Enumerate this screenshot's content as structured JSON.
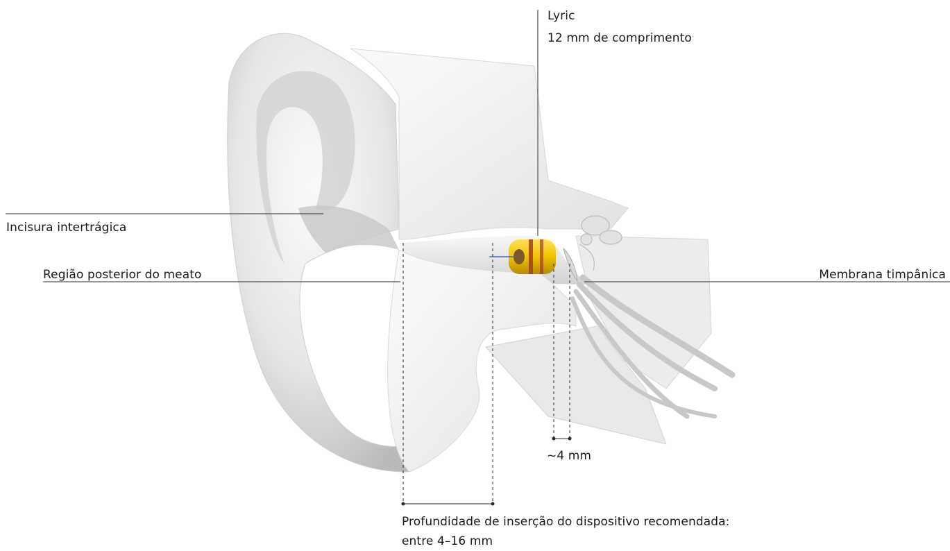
{
  "labels": {
    "lyric_name": "Lyric",
    "lyric_length": "12 mm de comprimento",
    "intertragic_notch": "Incisura intertrágica",
    "posterior_meatus": "Região posterior do meato",
    "tympanic_membrane": "Membrana timpânica",
    "gap_to_membrane": "~4 mm",
    "insertion_depth_line1": "Profundidade de inserção do dispositivo recomendada:",
    "insertion_depth_line2": "entre 4–16 mm"
  },
  "colors": {
    "device_yellow": "#f2c200",
    "device_band": "#a0401e",
    "leader_line": "#2b2b2b",
    "ear_light": "#f4f4f4",
    "ear_shadow": "#bdbdbd"
  }
}
